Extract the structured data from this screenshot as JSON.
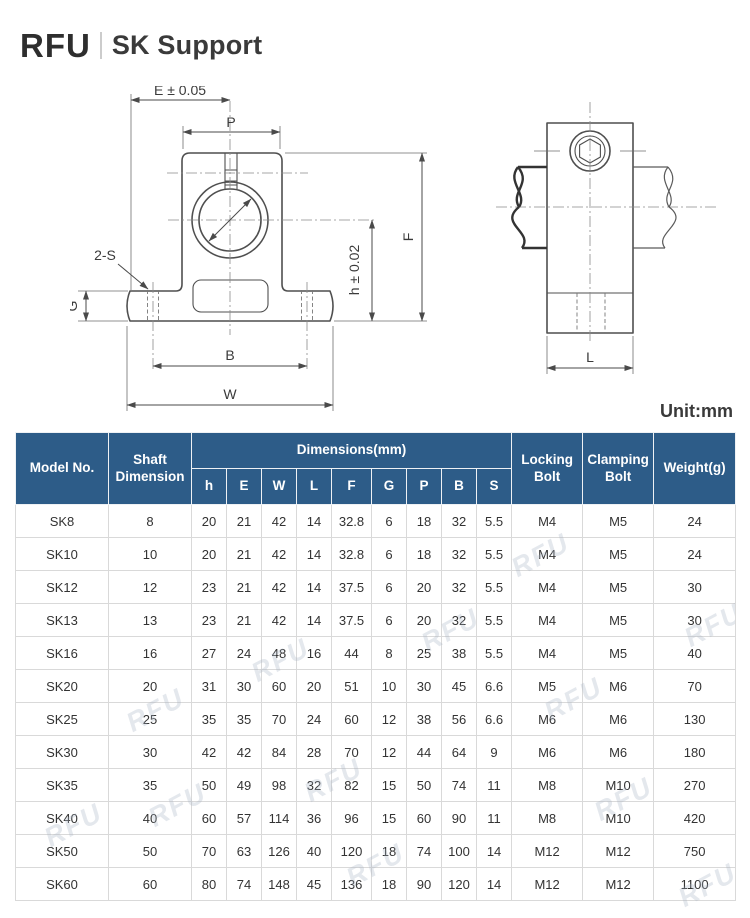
{
  "header": {
    "logo": "RFU",
    "title": "SK Support"
  },
  "diagram": {
    "unit_label": "Unit:mm",
    "front_view": {
      "e_dim": "E ± 0.05",
      "p_dim": "P",
      "f_dim": "F",
      "h_dim": "h ± 0.02",
      "g_dim": "G",
      "s_count_label": "2-S",
      "b_dim": "B",
      "w_dim": "W"
    },
    "side_view": {
      "l_dim": "L"
    }
  },
  "watermark_text": "RFU",
  "table": {
    "header": {
      "model": "Model No.",
      "shaft": "Shaft Dimension",
      "dimensions_group": "Dimensions(mm)",
      "dim_cols": [
        "h",
        "E",
        "W",
        "L",
        "F",
        "G",
        "P",
        "B",
        "S"
      ],
      "locking": "Locking Bolt",
      "clamping": "Clamping Bolt",
      "weight": "Weight(g)"
    },
    "rows": [
      {
        "model": "SK8",
        "shaft": "8",
        "h": "20",
        "E": "21",
        "W": "42",
        "L": "14",
        "F": "32.8",
        "G": "6",
        "P": "18",
        "B": "32",
        "S": "5.5",
        "locking": "M4",
        "clamping": "M5",
        "weight": "24"
      },
      {
        "model": "SK10",
        "shaft": "10",
        "h": "20",
        "E": "21",
        "W": "42",
        "L": "14",
        "F": "32.8",
        "G": "6",
        "P": "18",
        "B": "32",
        "S": "5.5",
        "locking": "M4",
        "clamping": "M5",
        "weight": "24"
      },
      {
        "model": "SK12",
        "shaft": "12",
        "h": "23",
        "E": "21",
        "W": "42",
        "L": "14",
        "F": "37.5",
        "G": "6",
        "P": "20",
        "B": "32",
        "S": "5.5",
        "locking": "M4",
        "clamping": "M5",
        "weight": "30"
      },
      {
        "model": "SK13",
        "shaft": "13",
        "h": "23",
        "E": "21",
        "W": "42",
        "L": "14",
        "F": "37.5",
        "G": "6",
        "P": "20",
        "B": "32",
        "S": "5.5",
        "locking": "M4",
        "clamping": "M5",
        "weight": "30"
      },
      {
        "model": "SK16",
        "shaft": "16",
        "h": "27",
        "E": "24",
        "W": "48",
        "L": "16",
        "F": "44",
        "G": "8",
        "P": "25",
        "B": "38",
        "S": "5.5",
        "locking": "M4",
        "clamping": "M5",
        "weight": "40"
      },
      {
        "model": "SK20",
        "shaft": "20",
        "h": "31",
        "E": "30",
        "W": "60",
        "L": "20",
        "F": "51",
        "G": "10",
        "P": "30",
        "B": "45",
        "S": "6.6",
        "locking": "M5",
        "clamping": "M6",
        "weight": "70"
      },
      {
        "model": "SK25",
        "shaft": "25",
        "h": "35",
        "E": "35",
        "W": "70",
        "L": "24",
        "F": "60",
        "G": "12",
        "P": "38",
        "B": "56",
        "S": "6.6",
        "locking": "M6",
        "clamping": "M6",
        "weight": "130"
      },
      {
        "model": "SK30",
        "shaft": "30",
        "h": "42",
        "E": "42",
        "W": "84",
        "L": "28",
        "F": "70",
        "G": "12",
        "P": "44",
        "B": "64",
        "S": "9",
        "locking": "M6",
        "clamping": "M6",
        "weight": "180"
      },
      {
        "model": "SK35",
        "shaft": "35",
        "h": "50",
        "E": "49",
        "W": "98",
        "L": "32",
        "F": "82",
        "G": "15",
        "P": "50",
        "B": "74",
        "S": "11",
        "locking": "M8",
        "clamping": "M10",
        "weight": "270"
      },
      {
        "model": "SK40",
        "shaft": "40",
        "h": "60",
        "E": "57",
        "W": "114",
        "L": "36",
        "F": "96",
        "G": "15",
        "P": "60",
        "B": "90",
        "S": "11",
        "locking": "M8",
        "clamping": "M10",
        "weight": "420"
      },
      {
        "model": "SK50",
        "shaft": "50",
        "h": "70",
        "E": "63",
        "W": "126",
        "L": "40",
        "F": "120",
        "G": "18",
        "P": "74",
        "B": "100",
        "S": "14",
        "locking": "M12",
        "clamping": "M12",
        "weight": "750"
      },
      {
        "model": "SK60",
        "shaft": "60",
        "h": "80",
        "E": "74",
        "W": "148",
        "L": "45",
        "F": "136",
        "G": "18",
        "P": "90",
        "B": "120",
        "S": "14",
        "locking": "M12",
        "clamping": "M12",
        "weight": "1100"
      }
    ]
  },
  "colors": {
    "table_header_bg": "#2d5c88",
    "table_header_text": "#ffffff",
    "table_border": "#d9d9d9",
    "body_text": "#333333"
  }
}
